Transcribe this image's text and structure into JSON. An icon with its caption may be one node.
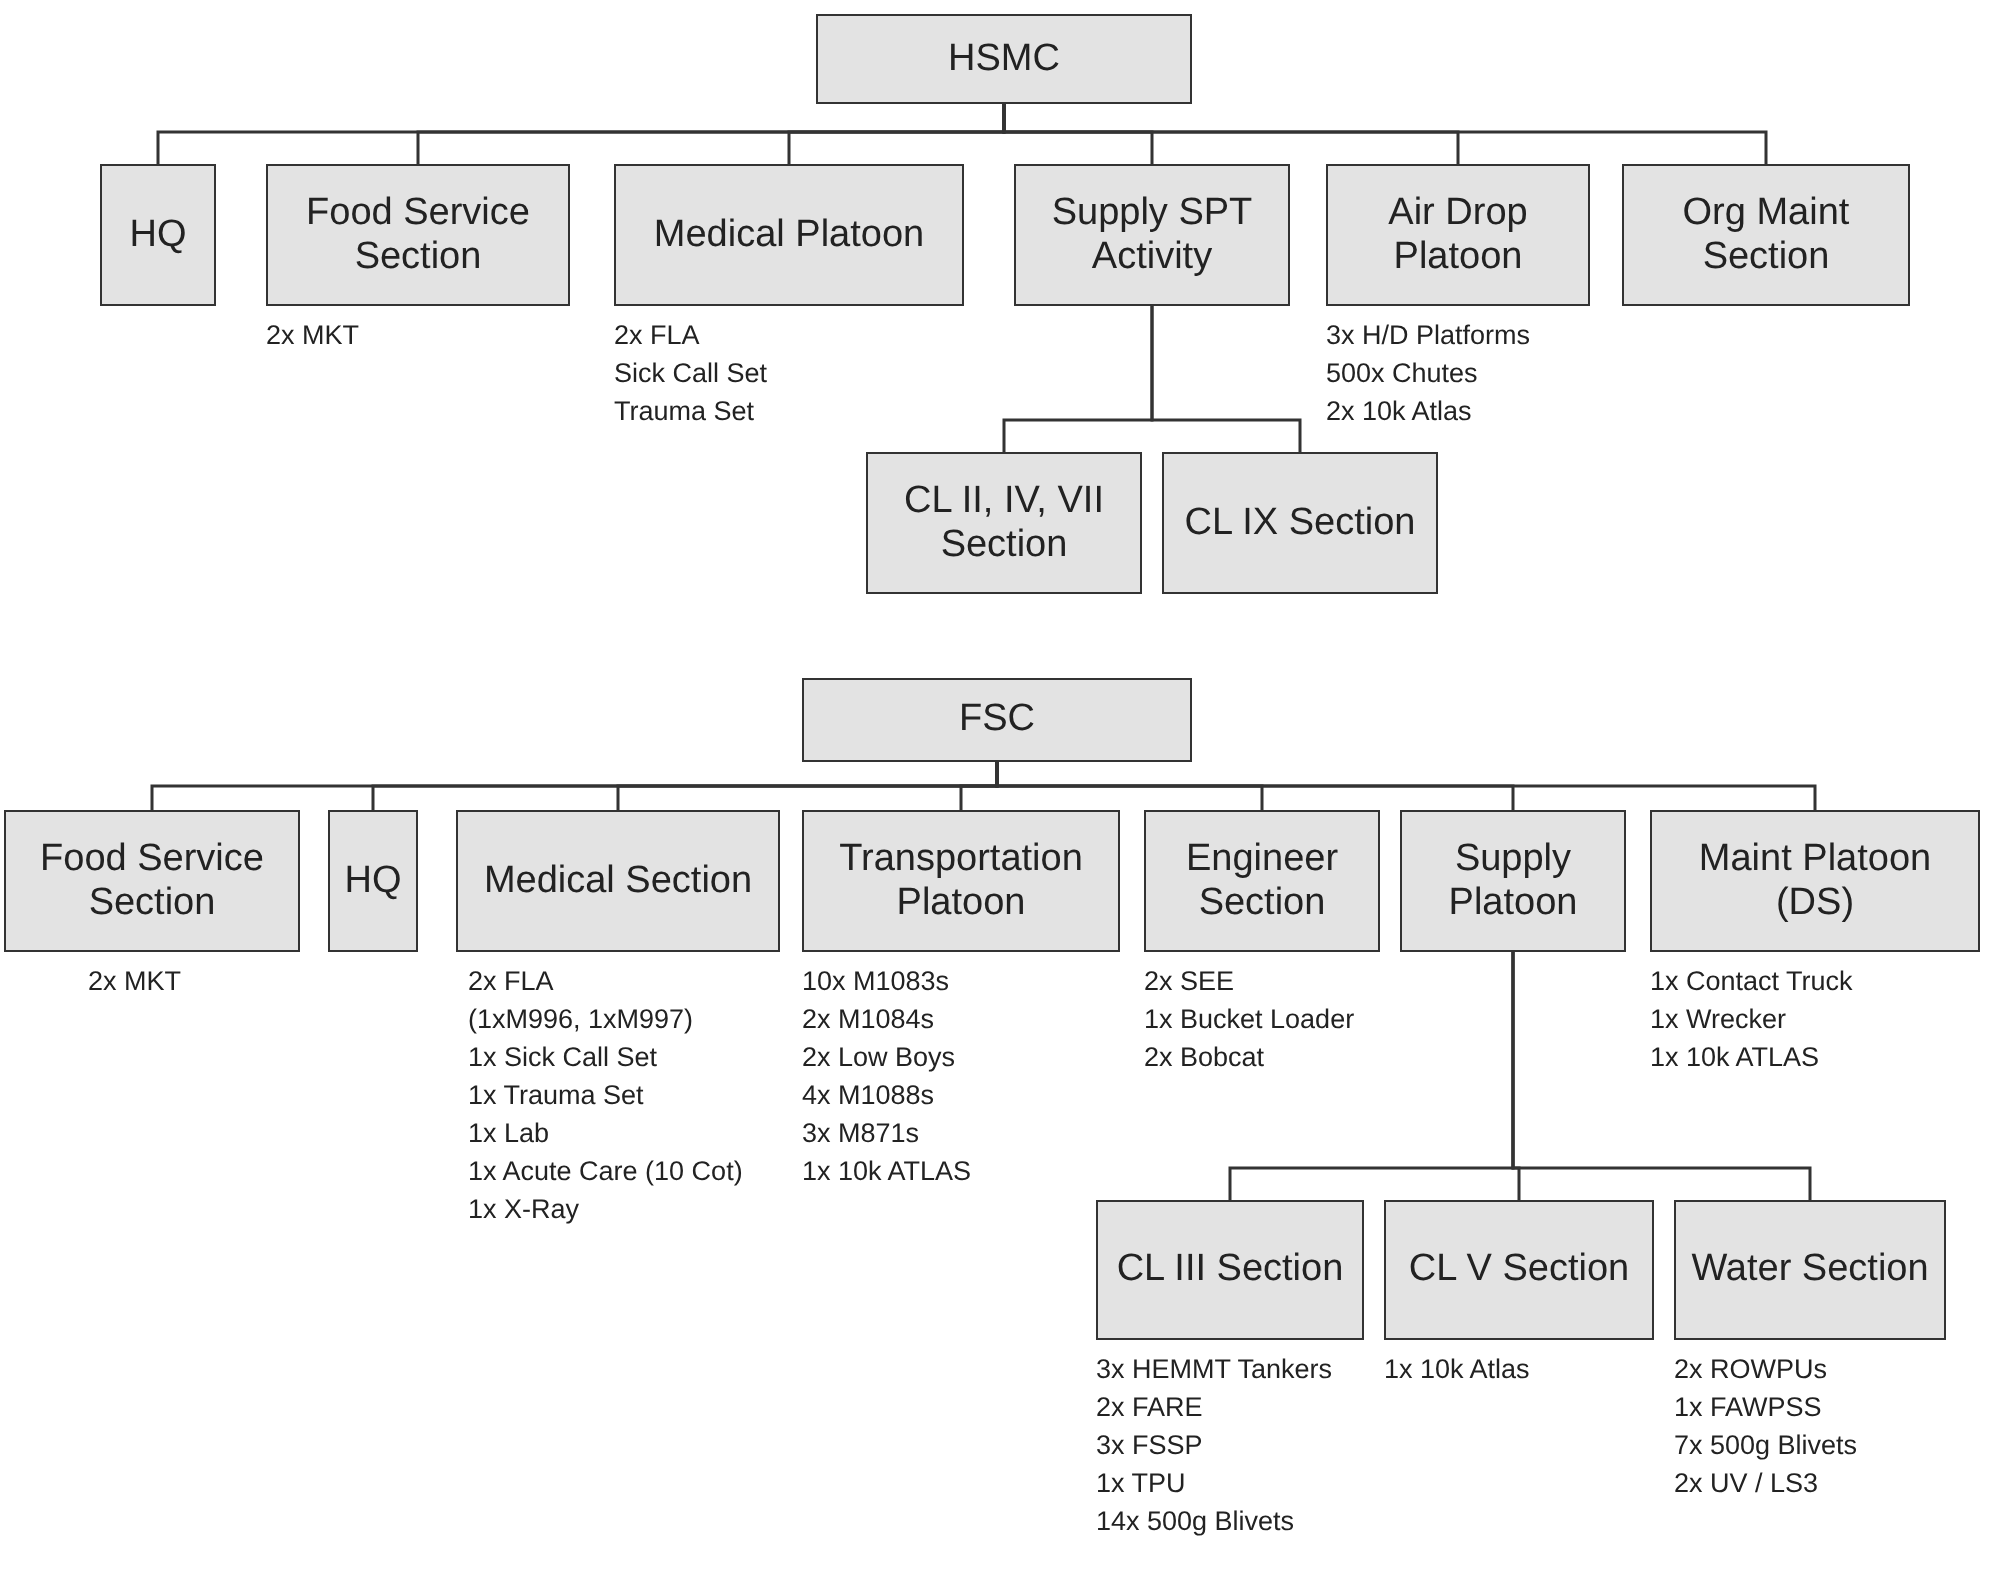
{
  "diagram": {
    "nodes": [
      {
        "text": [
          "HSMC"
        ]
      },
      {
        "text": [
          "HQ"
        ]
      },
      {
        "text": [
          "Food Service Section"
        ],
        "beside": [
          "2x MKT"
        ]
      },
      {
        "text": [
          "Medical Platoon"
        ],
        "beside": [
          "2x FLA",
          "Sick Call Set",
          "Trauma Set"
        ]
      },
      {
        "text": [
          "Supply SPT Activity"
        ]
      },
      {
        "text": [
          "Air Drop Platoon"
        ],
        "beside": [
          "3x H/D Platforms",
          "500x Chutes",
          "2x 10k Atlas"
        ]
      },
      {
        "text": [
          "Org Maint Section"
        ]
      },
      {
        "text": [
          "CL II, IV, VII Section"
        ]
      },
      {
        "text": [
          "CL IX Section"
        ]
      },
      {
        "text": [
          "FSC"
        ]
      },
      {
        "text": [
          "Food Service Section"
        ],
        "beside": [
          "2x MKT"
        ]
      },
      {
        "text": [
          "HQ"
        ]
      },
      {
        "text": [
          "Medical Section"
        ],
        "beside": [
          "2x FLA",
          "(1xM996, 1xM997)",
          "1x Sick Call Set",
          "1x Trauma Set",
          "1x Lab",
          "1x Acute Care (10 Cot)",
          "1x X-Ray"
        ]
      },
      {
        "text": [
          "Transportation Platoon"
        ],
        "beside": [
          "10x M1083s",
          "2x M1084s",
          "2x Low Boys",
          "4x M1088s",
          "3x M871s",
          "1x 10k ATLAS"
        ]
      },
      {
        "text": [
          "Engineer Section"
        ],
        "beside": [
          "2x SEE",
          "1x Bucket Loader",
          "2x Bobcat"
        ]
      },
      {
        "text": [
          "Supply Platoon"
        ]
      },
      {
        "text": [
          "Maint Platoon (DS)"
        ],
        "beside": [
          "1x Contact Truck",
          "1x Wrecker",
          "1x 10k ATLAS"
        ]
      },
      {
        "text": [
          "CL III Section"
        ],
        "beside": [
          "3x HEMMT Tankers",
          "2x FARE",
          "3x FSSP",
          "1x TPU",
          "14x 500g Blivets"
        ]
      },
      {
        "text": [
          "CL V Section"
        ],
        "beside": [
          "1x 10k Atlas"
        ]
      },
      {
        "text": [
          "Water Section"
        ],
        "beside": [
          "2x ROWPUs",
          "1x FAWPSS",
          "7x 500g Blivets",
          "2x UV / LS3"
        ]
      }
    ],
    "edges": [
      {
        "from": 0,
        "to": 1,
        "arrow": "none"
      },
      {
        "from": 0,
        "to": 2,
        "arrow": "none"
      },
      {
        "from": 0,
        "to": 3,
        "arrow": "none"
      },
      {
        "from": 0,
        "to": 4,
        "arrow": "none"
      },
      {
        "from": 0,
        "to": 5,
        "arrow": "none"
      },
      {
        "from": 0,
        "to": 6,
        "arrow": "none"
      },
      {
        "from": 4,
        "to": 7,
        "arrow": "none"
      },
      {
        "from": 4,
        "to": 8,
        "arrow": "none"
      },
      {
        "from": 9,
        "to": 10,
        "arrow": "none"
      },
      {
        "from": 9,
        "to": 11,
        "arrow": "none"
      },
      {
        "from": 9,
        "to": 12,
        "arrow": "none"
      },
      {
        "from": 9,
        "to": 13,
        "arrow": "none"
      },
      {
        "from": 9,
        "to": 14,
        "arrow": "none"
      },
      {
        "from": 9,
        "to": 15,
        "arrow": "none"
      },
      {
        "from": 9,
        "to": 16,
        "arrow": "none"
      },
      {
        "from": 15,
        "to": 17,
        "arrow": "none"
      },
      {
        "from": 15,
        "to": 18,
        "arrow": "none"
      },
      {
        "from": 15,
        "to": 19,
        "arrow": "none"
      }
    ]
  }
}
